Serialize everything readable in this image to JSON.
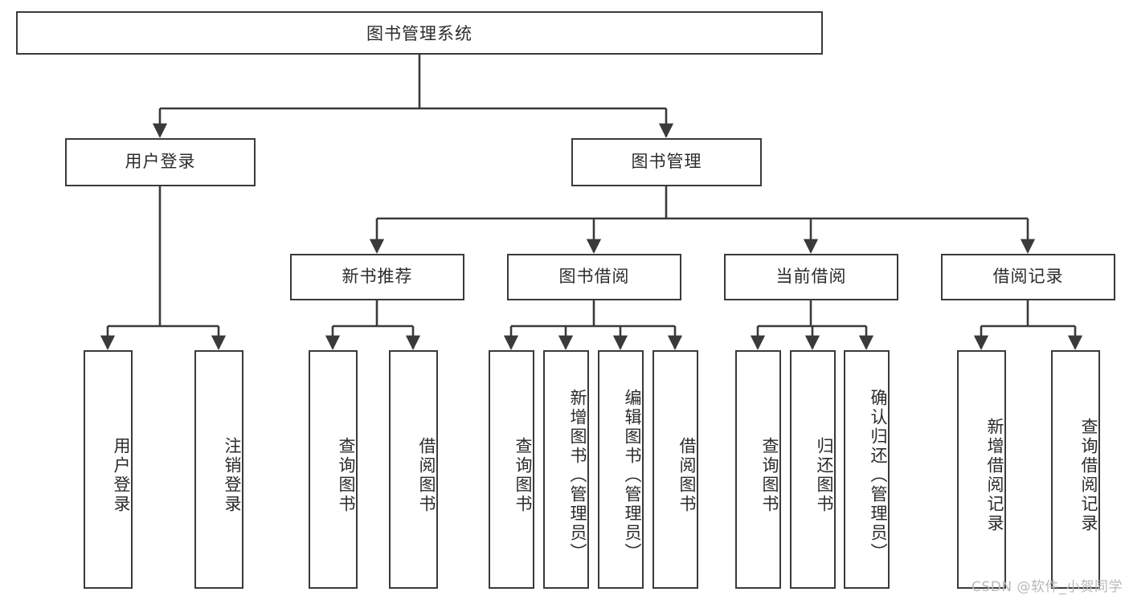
{
  "diagram": {
    "title": "图书管理系统",
    "type": "功能结构图",
    "stroke_color": "#3a3a3a",
    "fill_color": "#ffffff",
    "text_color": "#2b2b2b",
    "watermark": "CSDN @软件_小贺同学"
  },
  "root": {
    "label": "图书管理系统"
  },
  "level2": [
    {
      "label": "用户登录"
    },
    {
      "label": "图书管理"
    }
  ],
  "level3": [
    {
      "label": "新书推荐"
    },
    {
      "label": "图书借阅"
    },
    {
      "label": "当前借阅"
    },
    {
      "label": "借阅记录"
    }
  ],
  "leaves": {
    "user_login": [
      {
        "label": "用户登录"
      },
      {
        "label": "注销登录"
      }
    ],
    "new_book": [
      {
        "label": "查询图书"
      },
      {
        "label": "借阅图书"
      }
    ],
    "book_borrow": [
      {
        "label": "查询图书"
      },
      {
        "label": "新增图书（管理员）"
      },
      {
        "label": "编辑图书（管理员）"
      },
      {
        "label": "借阅图书"
      }
    ],
    "current_borrow": [
      {
        "label": "查询图书"
      },
      {
        "label": "归还图书"
      },
      {
        "label": "确认归还（管理员）"
      }
    ],
    "borrow_record": [
      {
        "label": "新增借阅记录"
      },
      {
        "label": "查询借阅记录"
      }
    ]
  }
}
